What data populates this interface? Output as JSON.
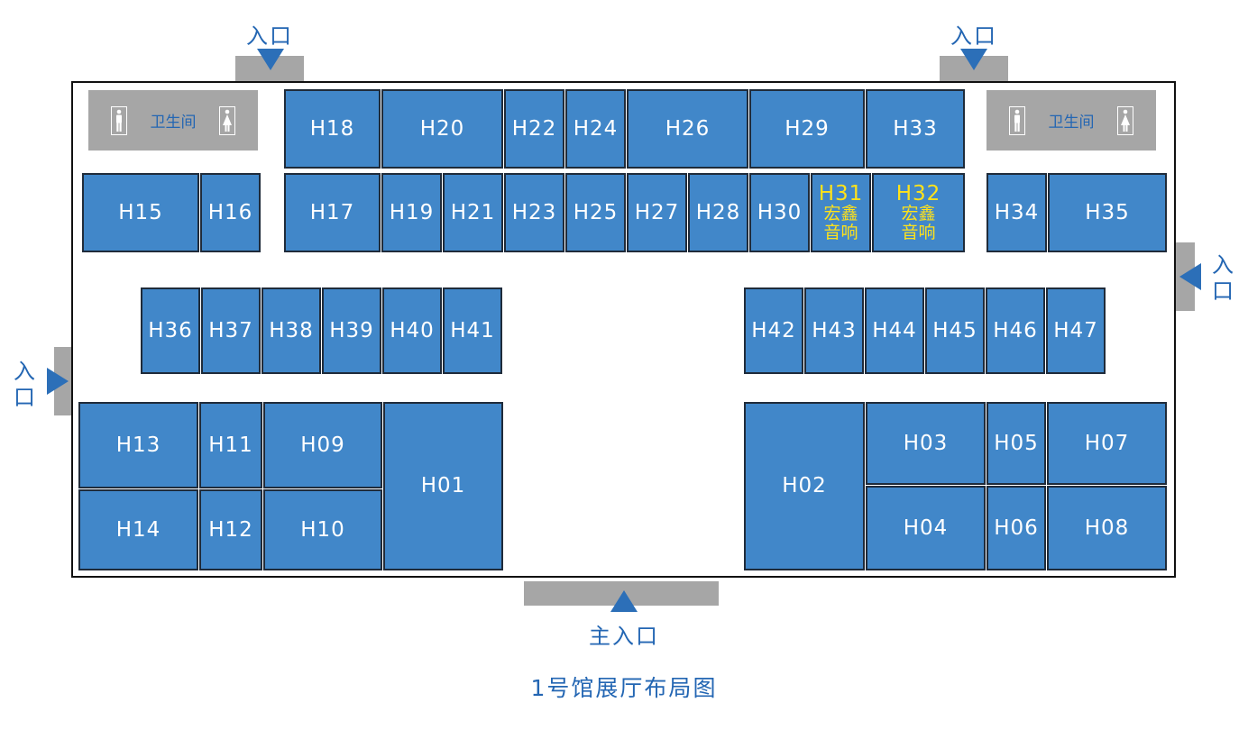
{
  "title": "1号馆展厅布局图",
  "entrance_label": "入口",
  "main_entrance_label": "主入口",
  "restroom_label": "卫生间",
  "colors": {
    "booth": "#4187c9",
    "booth_border": "#1f2b3a",
    "highlight_text": "#ffe21a",
    "accent_text": "#2366b3",
    "door": "#a6a6a6",
    "restroom": "#a6a6a6"
  },
  "icons": [
    "male-restroom-icon",
    "female-restroom-icon",
    "entrance-arrow-icon"
  ],
  "booths": [
    {
      "id": "H18"
    },
    {
      "id": "H20"
    },
    {
      "id": "H22"
    },
    {
      "id": "H24"
    },
    {
      "id": "H26"
    },
    {
      "id": "H29"
    },
    {
      "id": "H33"
    },
    {
      "id": "H15"
    },
    {
      "id": "H16"
    },
    {
      "id": "H17"
    },
    {
      "id": "H19"
    },
    {
      "id": "H21"
    },
    {
      "id": "H23"
    },
    {
      "id": "H25"
    },
    {
      "id": "H27"
    },
    {
      "id": "H28"
    },
    {
      "id": "H30"
    },
    {
      "id": "H31",
      "line1": "宏鑫",
      "line2": "音响",
      "highlight": true
    },
    {
      "id": "H32",
      "line1": "宏鑫",
      "line2": "音响",
      "highlight": true
    },
    {
      "id": "H34"
    },
    {
      "id": "H35"
    },
    {
      "id": "H36"
    },
    {
      "id": "H37"
    },
    {
      "id": "H38"
    },
    {
      "id": "H39"
    },
    {
      "id": "H40"
    },
    {
      "id": "H41"
    },
    {
      "id": "H42"
    },
    {
      "id": "H43"
    },
    {
      "id": "H44"
    },
    {
      "id": "H45"
    },
    {
      "id": "H46"
    },
    {
      "id": "H47"
    },
    {
      "id": "H13"
    },
    {
      "id": "H11"
    },
    {
      "id": "H09"
    },
    {
      "id": "H01"
    },
    {
      "id": "H14"
    },
    {
      "id": "H12"
    },
    {
      "id": "H10"
    },
    {
      "id": "H02"
    },
    {
      "id": "H03"
    },
    {
      "id": "H05"
    },
    {
      "id": "H07"
    },
    {
      "id": "H04"
    },
    {
      "id": "H06"
    },
    {
      "id": "H08"
    }
  ]
}
